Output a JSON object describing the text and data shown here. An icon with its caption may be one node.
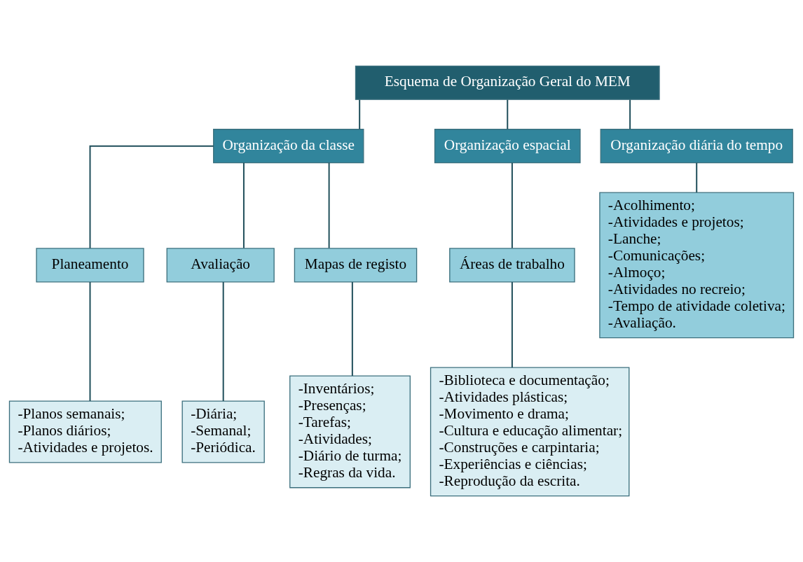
{
  "diagram": {
    "nodes": [
      {
        "text": [
          "Esquema de Organização Geral do MEM"
        ]
      },
      {
        "text": [
          "Organização da classe"
        ]
      },
      {
        "text": [
          "Organização espacial"
        ]
      },
      {
        "text": [
          "Organização diária do tempo"
        ]
      },
      {
        "text": [
          "Planeamento"
        ]
      },
      {
        "text": [
          "Avaliação"
        ]
      },
      {
        "text": [
          "Mapas de registo"
        ]
      },
      {
        "text": [
          "Áreas de trabalho"
        ]
      },
      {
        "text": [
          "-Planos semanais;",
          "-Planos diários;",
          "-Atividades e projetos."
        ]
      },
      {
        "text": [
          "-Diária;",
          "-Semanal;",
          "-Periódica."
        ]
      },
      {
        "text": [
          "-Inventários;",
          "-Presenças;",
          "-Tarefas;",
          "-Atividades;",
          "-Diário de turma;",
          "-Regras da vida."
        ]
      },
      {
        "text": [
          "-Biblioteca e documentação;",
          "-Atividades plásticas;",
          "-Movimento e drama;",
          "-Cultura e educação alimentar;",
          "-Construções e carpintaria;",
          "-Experiências e ciências;",
          "-Reprodução da escrita."
        ]
      },
      {
        "text": [
          "-Acolhimento;",
          "-Atividades e projetos;",
          "-Lanche;",
          "-Comunicações;",
          "-Almoço;",
          "-Atividades no recreio;",
          "-Tempo de atividade coletiva;",
          "-Avaliação."
        ]
      }
    ],
    "edges": [
      {
        "from": 0,
        "to": 1,
        "arrow": "none"
      },
      {
        "from": 0,
        "to": 2,
        "arrow": "none"
      },
      {
        "from": 0,
        "to": 3,
        "arrow": "none"
      },
      {
        "from": 1,
        "to": 4,
        "arrow": "none"
      },
      {
        "from": 1,
        "to": 5,
        "arrow": "none"
      },
      {
        "from": 1,
        "to": 6,
        "arrow": "none"
      },
      {
        "from": 2,
        "to": 7,
        "arrow": "none"
      },
      {
        "from": 3,
        "to": 12,
        "arrow": "none"
      },
      {
        "from": 4,
        "to": 8,
        "arrow": "none"
      },
      {
        "from": 5,
        "to": 9,
        "arrow": "none"
      },
      {
        "from": 6,
        "to": 10,
        "arrow": "none"
      },
      {
        "from": 7,
        "to": 11,
        "arrow": "none"
      }
    ]
  }
}
